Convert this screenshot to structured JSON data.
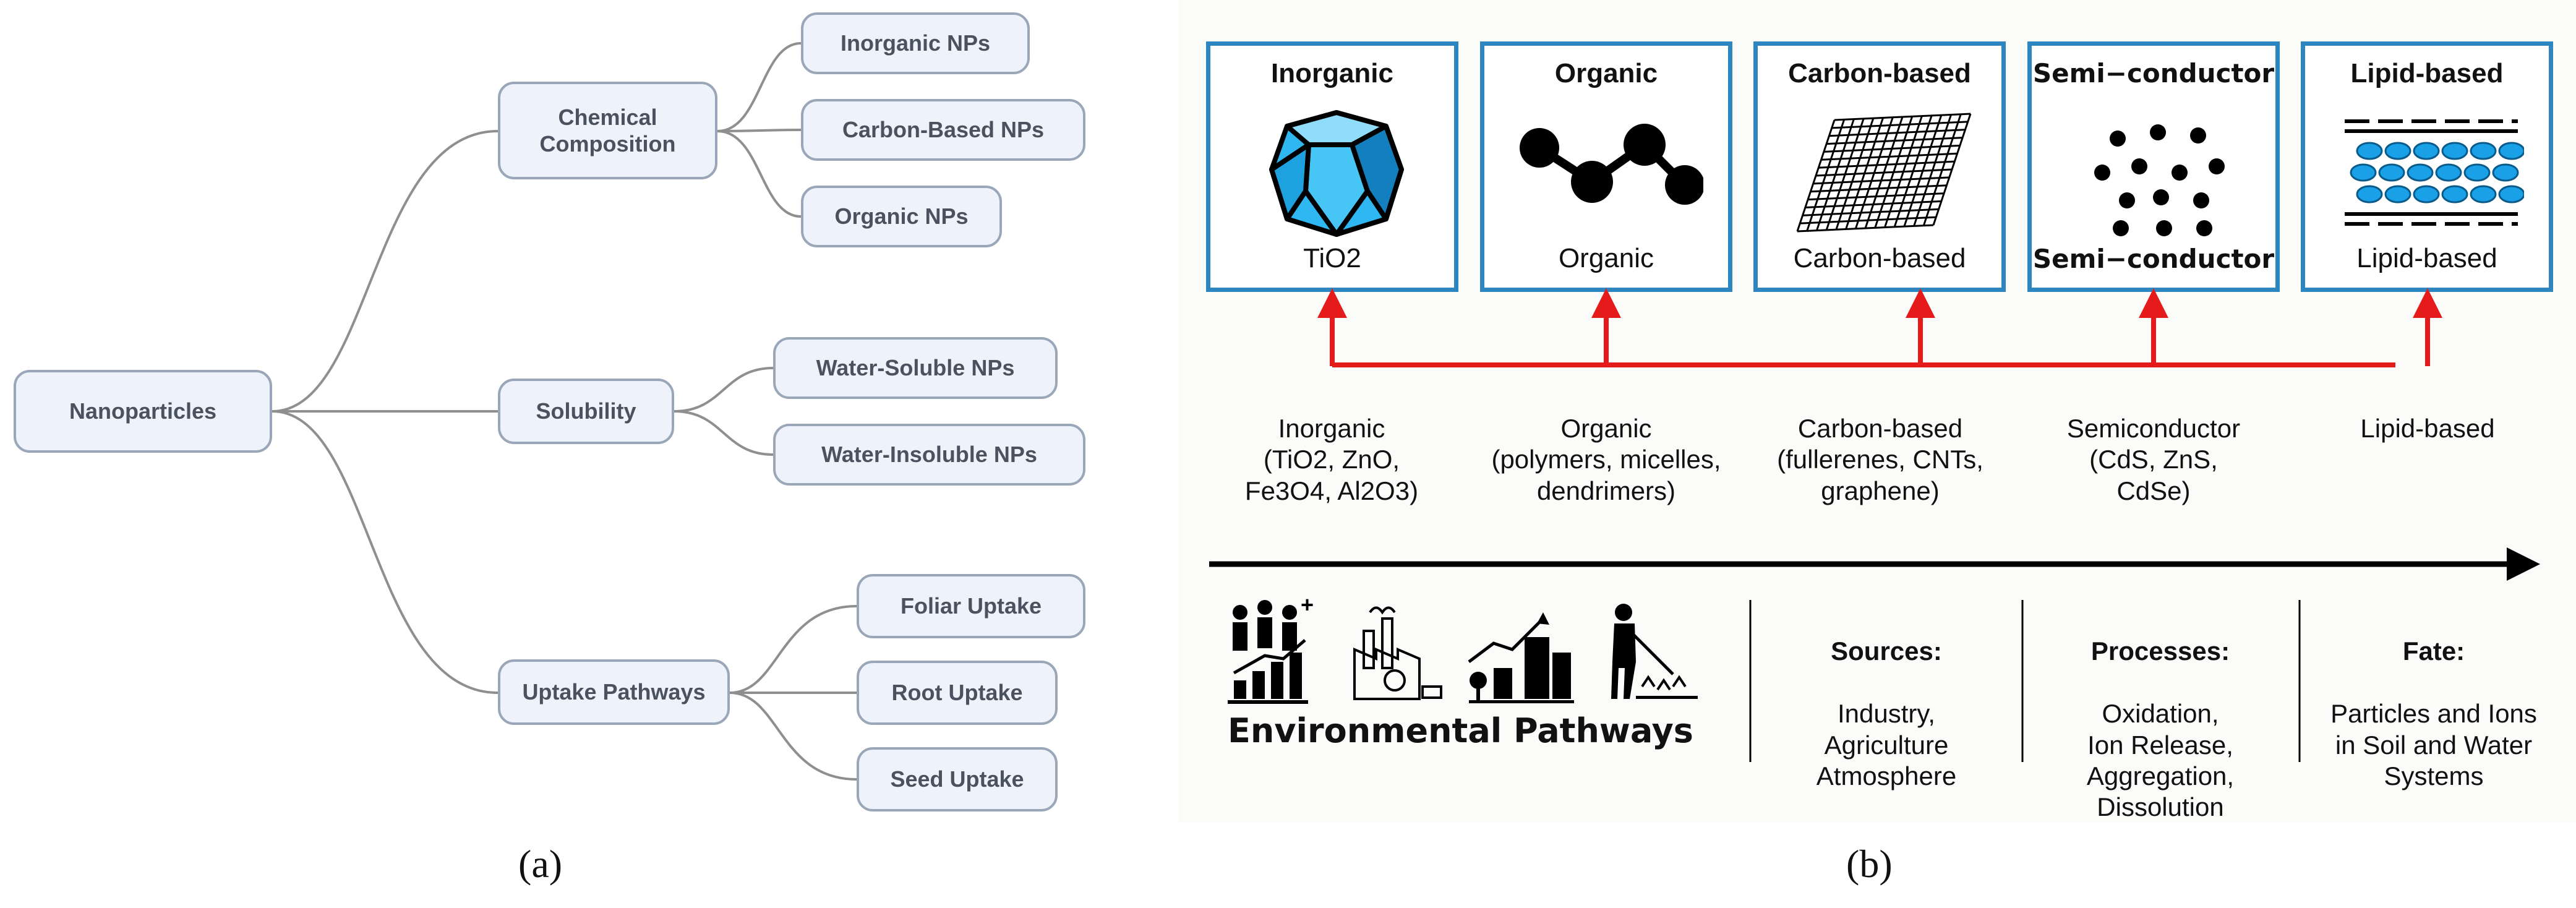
{
  "panel_a": {
    "label": "(a)",
    "root": "Nanoparticles",
    "branches": [
      {
        "label": "Chemical\nComposition",
        "children": [
          "Inorganic NPs",
          "Carbon-Based NPs",
          "Organic NPs"
        ]
      },
      {
        "label": "Solubility",
        "children": [
          "Water-Soluble NPs",
          "Water-Insoluble NPs"
        ]
      },
      {
        "label": "Uptake Pathways",
        "children": [
          "Foliar Uptake",
          "Root Uptake",
          "Seed Uptake"
        ]
      }
    ]
  },
  "panel_b": {
    "label": "(b)",
    "boxes": [
      {
        "title": "Inorganic",
        "sub": "TiO2",
        "icon": "crystal-icon"
      },
      {
        "title": "Organic",
        "sub": "Organic",
        "icon": "molecule-chain-icon"
      },
      {
        "title": "Carbon-based",
        "sub": "Carbon-based",
        "icon": "graphene-sheet-icon"
      },
      {
        "title": "Semi−conductor",
        "sub": "Semi−conductor",
        "icon": "dots-icon"
      },
      {
        "title": "Lipid-based",
        "sub": "Lipid-based",
        "icon": "lipid-bilayer-icon"
      }
    ],
    "categories": [
      "Inorganic\n(TiO2, ZnO,\nFe3O4, Al2O3)",
      "Organic\n(polymers, micelles,\ndendrimers)",
      "Carbon-based\n(fullerenes, CNTs,\ngraphene)",
      "Semiconductor\n(CdS, ZnS,\nCdSe)",
      "Lipid-based"
    ],
    "env_title": "Environmental Pathways",
    "env_icons": [
      "people-growth-icon",
      "factory-icon",
      "city-growth-icon",
      "farmer-spraying-icon"
    ],
    "env_columns": [
      {
        "head": "Sources:",
        "body": "Industry,\nAgriculture\nAtmosphere"
      },
      {
        "head": "Processes:",
        "body": "Oxidation,\nIon Release,\nAggregation,\nDissolution"
      },
      {
        "head": "Fate:",
        "body": "Particles and Ions\nin Soil and Water\nSystems"
      }
    ],
    "colors": {
      "box_border": "#2e86c1",
      "arrow": "#e51b1b",
      "axis": "#000000"
    }
  }
}
